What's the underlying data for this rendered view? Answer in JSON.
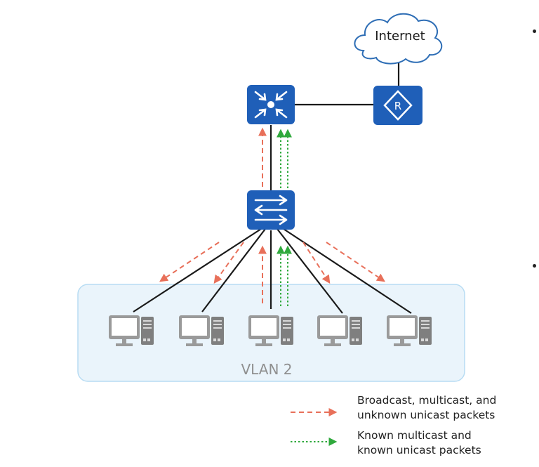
{
  "cloud": {
    "label": "Internet"
  },
  "router": {
    "label": "R"
  },
  "vlan": {
    "label": "VLAN 2"
  },
  "legend": {
    "red": {
      "line1": "Broadcast, multicast, and",
      "line2": "unknown unicast packets"
    },
    "green": {
      "line1": "Known multicast and",
      "line2": "known unicast packets"
    }
  },
  "colors": {
    "device_blue": "#1f5fb8",
    "red_arrow": "#e8705a",
    "green_arrow": "#2fa93c",
    "vlan_fill": "#eaf4fb",
    "vlan_border": "#b7dcf3",
    "cloud_border": "#2d6db5",
    "pc_gray": "#8f8f8f"
  },
  "icons": {
    "cloud": "cloud-icon",
    "router": "router-icon",
    "l3_switch": "layer3-switch-icon",
    "l2_switch": "layer2-switch-icon",
    "pc": "desktop-pc-icon"
  }
}
